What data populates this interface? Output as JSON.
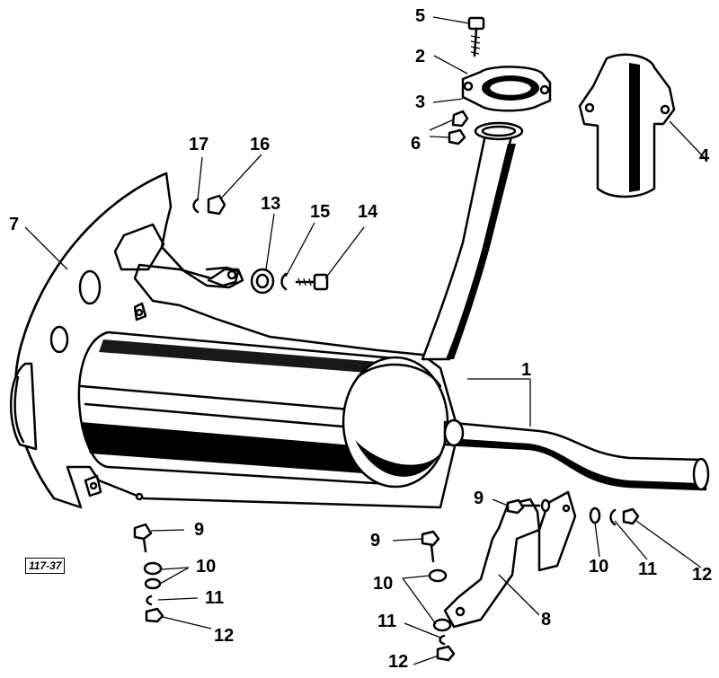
{
  "diagram": {
    "labels": {
      "1": "1",
      "2": "2",
      "3": "3",
      "4": "4",
      "5": "5",
      "6": "6",
      "7": "7",
      "8": "8",
      "9a": "9",
      "9b": "9",
      "9c": "9",
      "10a": "10",
      "10b": "10",
      "10c": "10",
      "11a": "11",
      "11b": "11",
      "11c": "11",
      "12a": "12",
      "12b": "12",
      "12c": "12",
      "13": "13",
      "14": "14",
      "15": "15",
      "16": "16",
      "17": "17"
    },
    "reference_code": "117-37"
  }
}
